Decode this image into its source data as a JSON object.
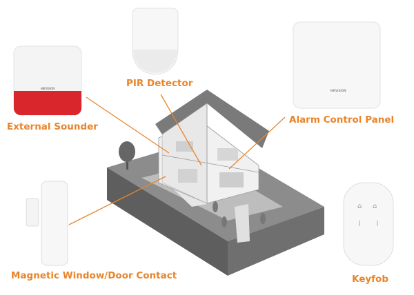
{
  "labels": {
    "external_sounder": "External Sounder",
    "pir_detector": "PIR Detector",
    "alarm_control_panel": "Alarm Control Panel",
    "magnetic_contact": "Magnetic Window/Door Contact",
    "keyfob": "Keyfob"
  },
  "brand_marks": {
    "sounder": "HIKVISION",
    "panel": "HIKVISION"
  },
  "colors": {
    "label": "#e8852a",
    "sounder_red": "#d8262c",
    "house_gray": "#8a8a8a"
  }
}
